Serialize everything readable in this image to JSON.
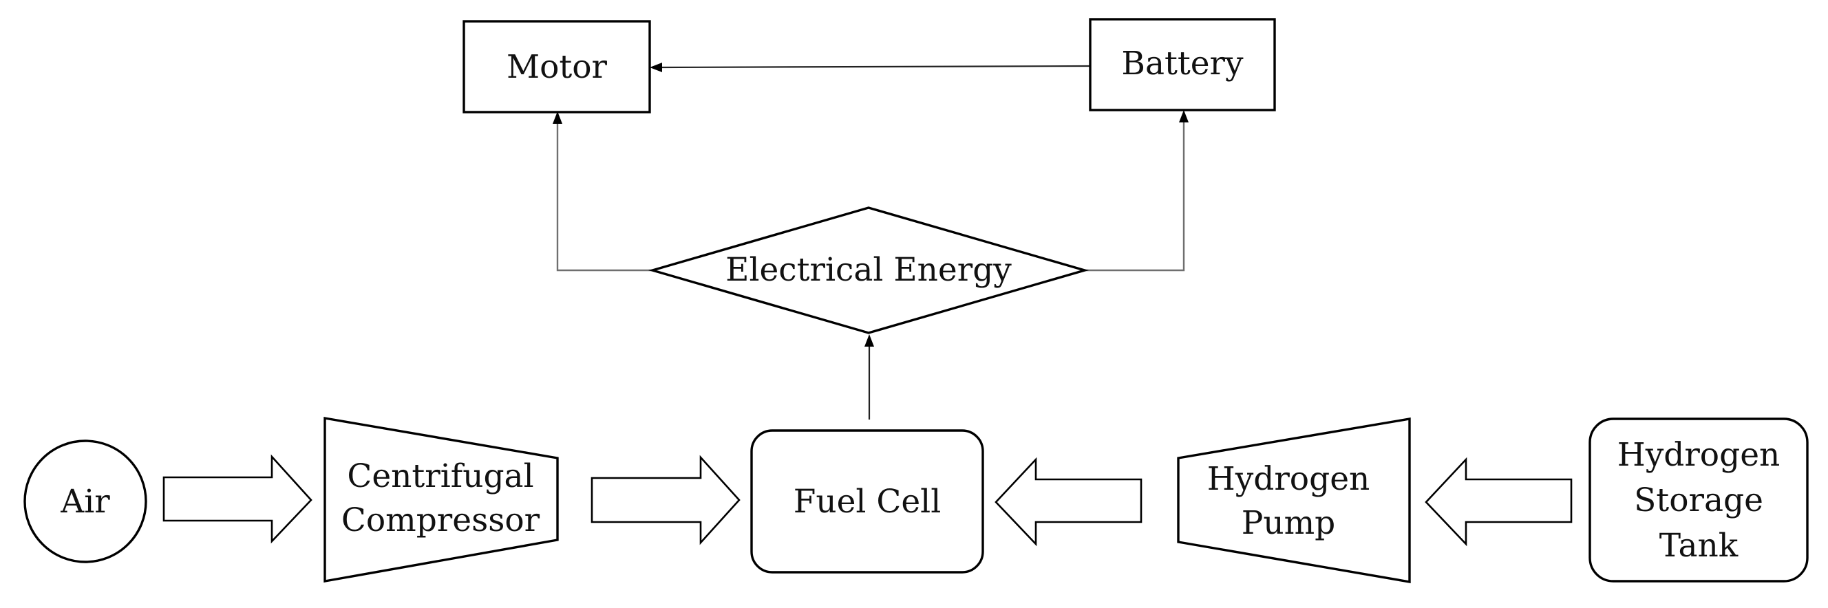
{
  "nodes": {
    "motor": {
      "label": "Motor"
    },
    "battery": {
      "label": "Battery"
    },
    "electrical_energy": {
      "label": "Electrical Energy"
    },
    "air": {
      "label": "Air"
    },
    "compressor": {
      "lines": [
        "Centrifugal",
        "Compressor"
      ]
    },
    "fuel_cell": {
      "label": "Fuel Cell"
    },
    "hydrogen_pump": {
      "lines": [
        "Hydrogen",
        "Pump"
      ]
    },
    "storage_tank": {
      "lines": [
        "Hydrogen",
        "Storage",
        "Tank"
      ]
    }
  },
  "edges": [
    {
      "from": "battery",
      "to": "motor"
    },
    {
      "from": "electrical_energy",
      "to": "motor"
    },
    {
      "from": "electrical_energy",
      "to": "battery"
    },
    {
      "from": "fuel_cell",
      "to": "electrical_energy"
    },
    {
      "from": "air",
      "to": "compressor"
    },
    {
      "from": "compressor",
      "to": "fuel_cell"
    },
    {
      "from": "hydrogen_pump",
      "to": "fuel_cell"
    },
    {
      "from": "storage_tank",
      "to": "hydrogen_pump"
    }
  ]
}
